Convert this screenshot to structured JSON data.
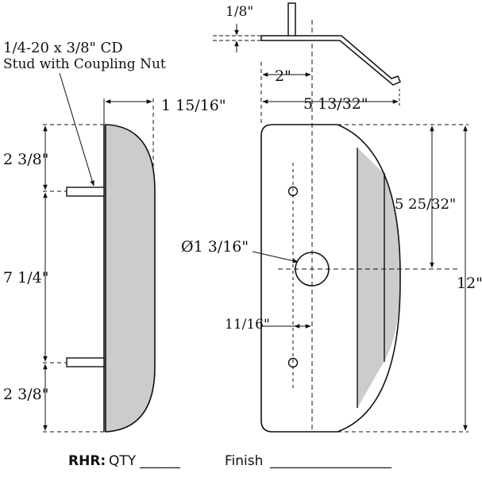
{
  "dimensions": {
    "bracket_thickness": "1/8\"",
    "bracket_offset": "2\"",
    "bracket_span": "5 13/32\"",
    "side_depth": "1 15/16\"",
    "top_spacing": "2 3/8\"",
    "stud_spacing": "7 1/4\"",
    "bottom_spacing": "2 3/8\"",
    "hole_diameter": "Ø1 3/16\"",
    "hole_offset": "11/16\"",
    "hole_height": "5 25/32\"",
    "overall_height": "12\""
  },
  "labels": {
    "stud_line1": "1/4-20 x 3/8\" CD",
    "stud_line2": "Stud with Coupling Nut"
  },
  "footer": {
    "hand": "RHR:",
    "qty_label": "QTY",
    "qty_blank": "______",
    "finish_label": "Finish",
    "finish_blank": "__________________"
  },
  "colors": {
    "fill": "#cccccc",
    "line": "#111111"
  }
}
